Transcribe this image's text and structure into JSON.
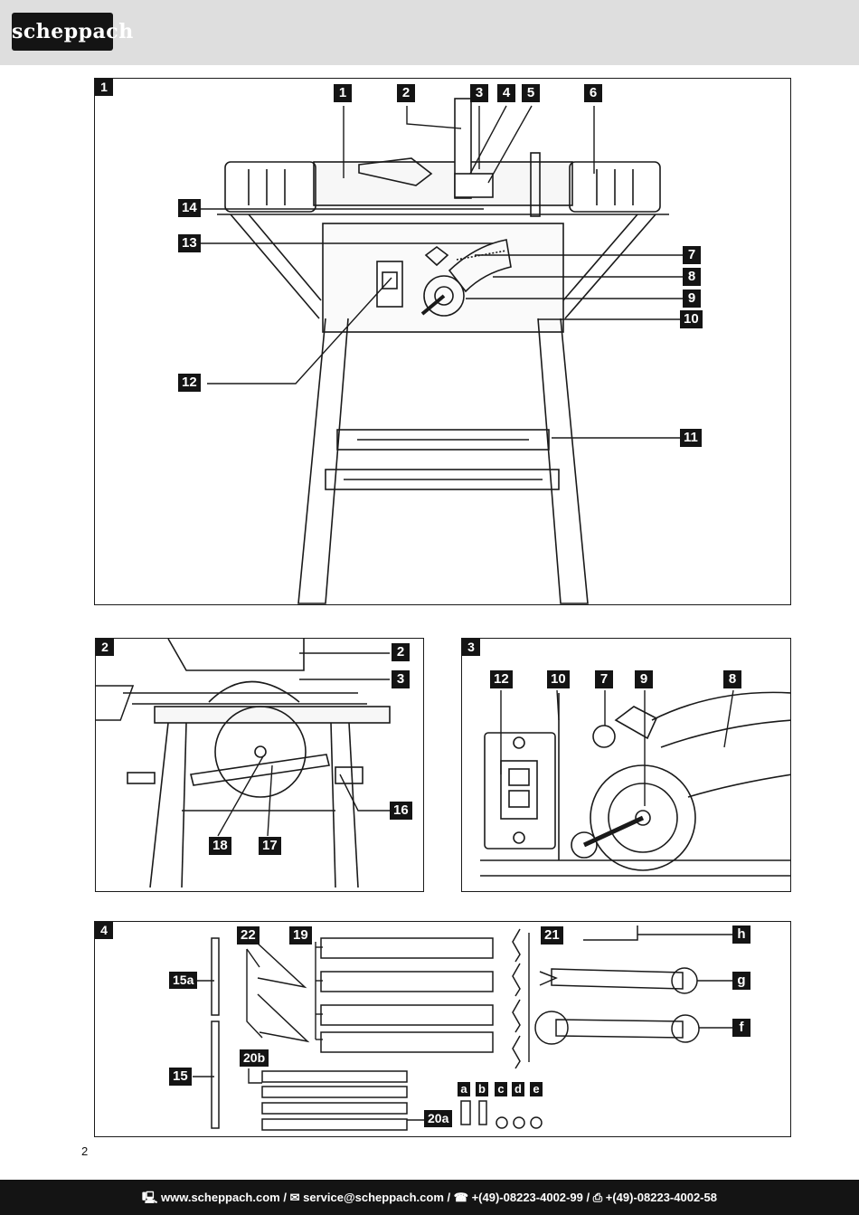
{
  "header": {
    "brand": "scheppach"
  },
  "figures": [
    {
      "number": "1",
      "callouts": [
        "1",
        "2",
        "3",
        "4",
        "5",
        "6",
        "14",
        "13",
        "7",
        "8",
        "9",
        "10",
        "12",
        "11"
      ]
    },
    {
      "number": "2",
      "callouts": [
        "2",
        "3",
        "16",
        "18",
        "17"
      ]
    },
    {
      "number": "3",
      "callouts": [
        "12",
        "10",
        "7",
        "9",
        "8"
      ]
    },
    {
      "number": "4",
      "callouts": [
        "22",
        "19",
        "21",
        "h",
        "15a",
        "g",
        "f",
        "20b",
        "15",
        "a",
        "b",
        "c",
        "d",
        "e",
        "20a"
      ]
    }
  ],
  "page_number": "2",
  "footer": {
    "website": "www.scheppach.com",
    "email": "service@scheppach.com",
    "phone": "+(49)-08223-4002-99",
    "fax": "+(49)-08223-4002-58",
    "separator": " / "
  },
  "icons": [
    "computer-icon",
    "mail-icon",
    "phone-icon",
    "fax-icon"
  ]
}
